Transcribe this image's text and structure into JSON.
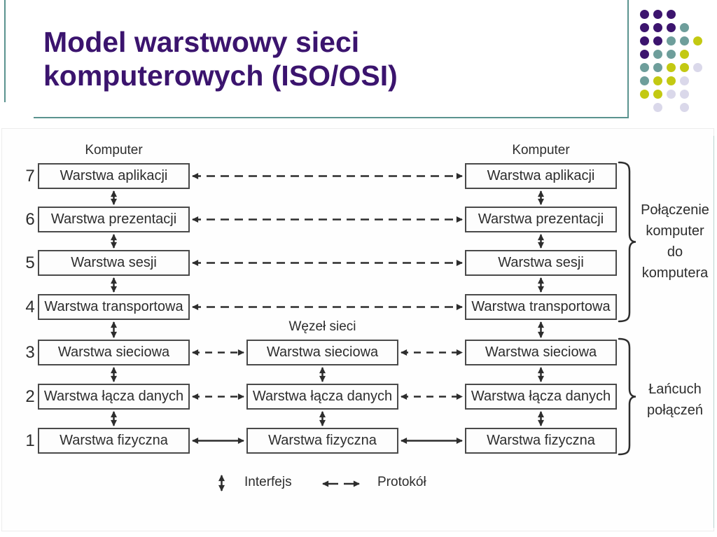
{
  "title": "Model warstwowy sieci komputerowych (ISO/OSI)",
  "colors": {
    "title_text": "#3b146e",
    "frame_teal": "#5a938f",
    "diagram_ink": "#2d2d2d",
    "box_border": "#4a4a4a"
  },
  "decorative_dots": {
    "palette": {
      "P": "#3c146e",
      "T": "#6e9e9b",
      "Y": "#c3c912",
      "L": "#dad8ea"
    },
    "pattern": [
      [
        "P",
        "P",
        "P",
        "",
        ""
      ],
      [
        "P",
        "P",
        "P",
        "T",
        ""
      ],
      [
        "P",
        "P",
        "T",
        "T",
        "Y"
      ],
      [
        "P",
        "T",
        "T",
        "Y",
        ""
      ],
      [
        "T",
        "T",
        "Y",
        "Y",
        "L"
      ],
      [
        "T",
        "Y",
        "Y",
        "L",
        ""
      ],
      [
        "Y",
        "Y",
        "L",
        "L",
        ""
      ],
      [
        "",
        "L",
        "",
        "L",
        ""
      ]
    ]
  },
  "diagram": {
    "columns": [
      {
        "id": "computer-left",
        "header": "Komputer",
        "layers": [
          {
            "num": "7",
            "label": "Warstwa aplikacji"
          },
          {
            "num": "6",
            "label": "Warstwa prezentacji"
          },
          {
            "num": "5",
            "label": "Warstwa sesji"
          },
          {
            "num": "4",
            "label": "Warstwa transportowa"
          },
          {
            "num": "3",
            "label": "Warstwa sieciowa"
          },
          {
            "num": "2",
            "label": "Warstwa łącza danych"
          },
          {
            "num": "1",
            "label": "Warstwa fizyczna"
          }
        ]
      },
      {
        "id": "network-node",
        "header": "Węzeł sieci",
        "layers": [
          {
            "label": "Warstwa sieciowa"
          },
          {
            "label": "Warstwa łącza danych"
          },
          {
            "label": "Warstwa fizyczna"
          }
        ]
      },
      {
        "id": "computer-right",
        "header": "Komputer",
        "layers": [
          {
            "label": "Warstwa aplikacji"
          },
          {
            "label": "Warstwa prezentacji"
          },
          {
            "label": "Warstwa sesji"
          },
          {
            "label": "Warstwa transportowa"
          },
          {
            "label": "Warstwa sieciowa"
          },
          {
            "label": "Warstwa łącza danych"
          },
          {
            "label": "Warstwa fizyczna"
          }
        ]
      }
    ],
    "braces": [
      {
        "lines": [
          "Połączenie",
          "komputer",
          "do",
          "komputera"
        ]
      },
      {
        "lines": [
          "Łańcuch",
          "połączeń"
        ]
      }
    ],
    "legend": {
      "interface": "Interfejs",
      "protocol": "Protokół"
    }
  }
}
